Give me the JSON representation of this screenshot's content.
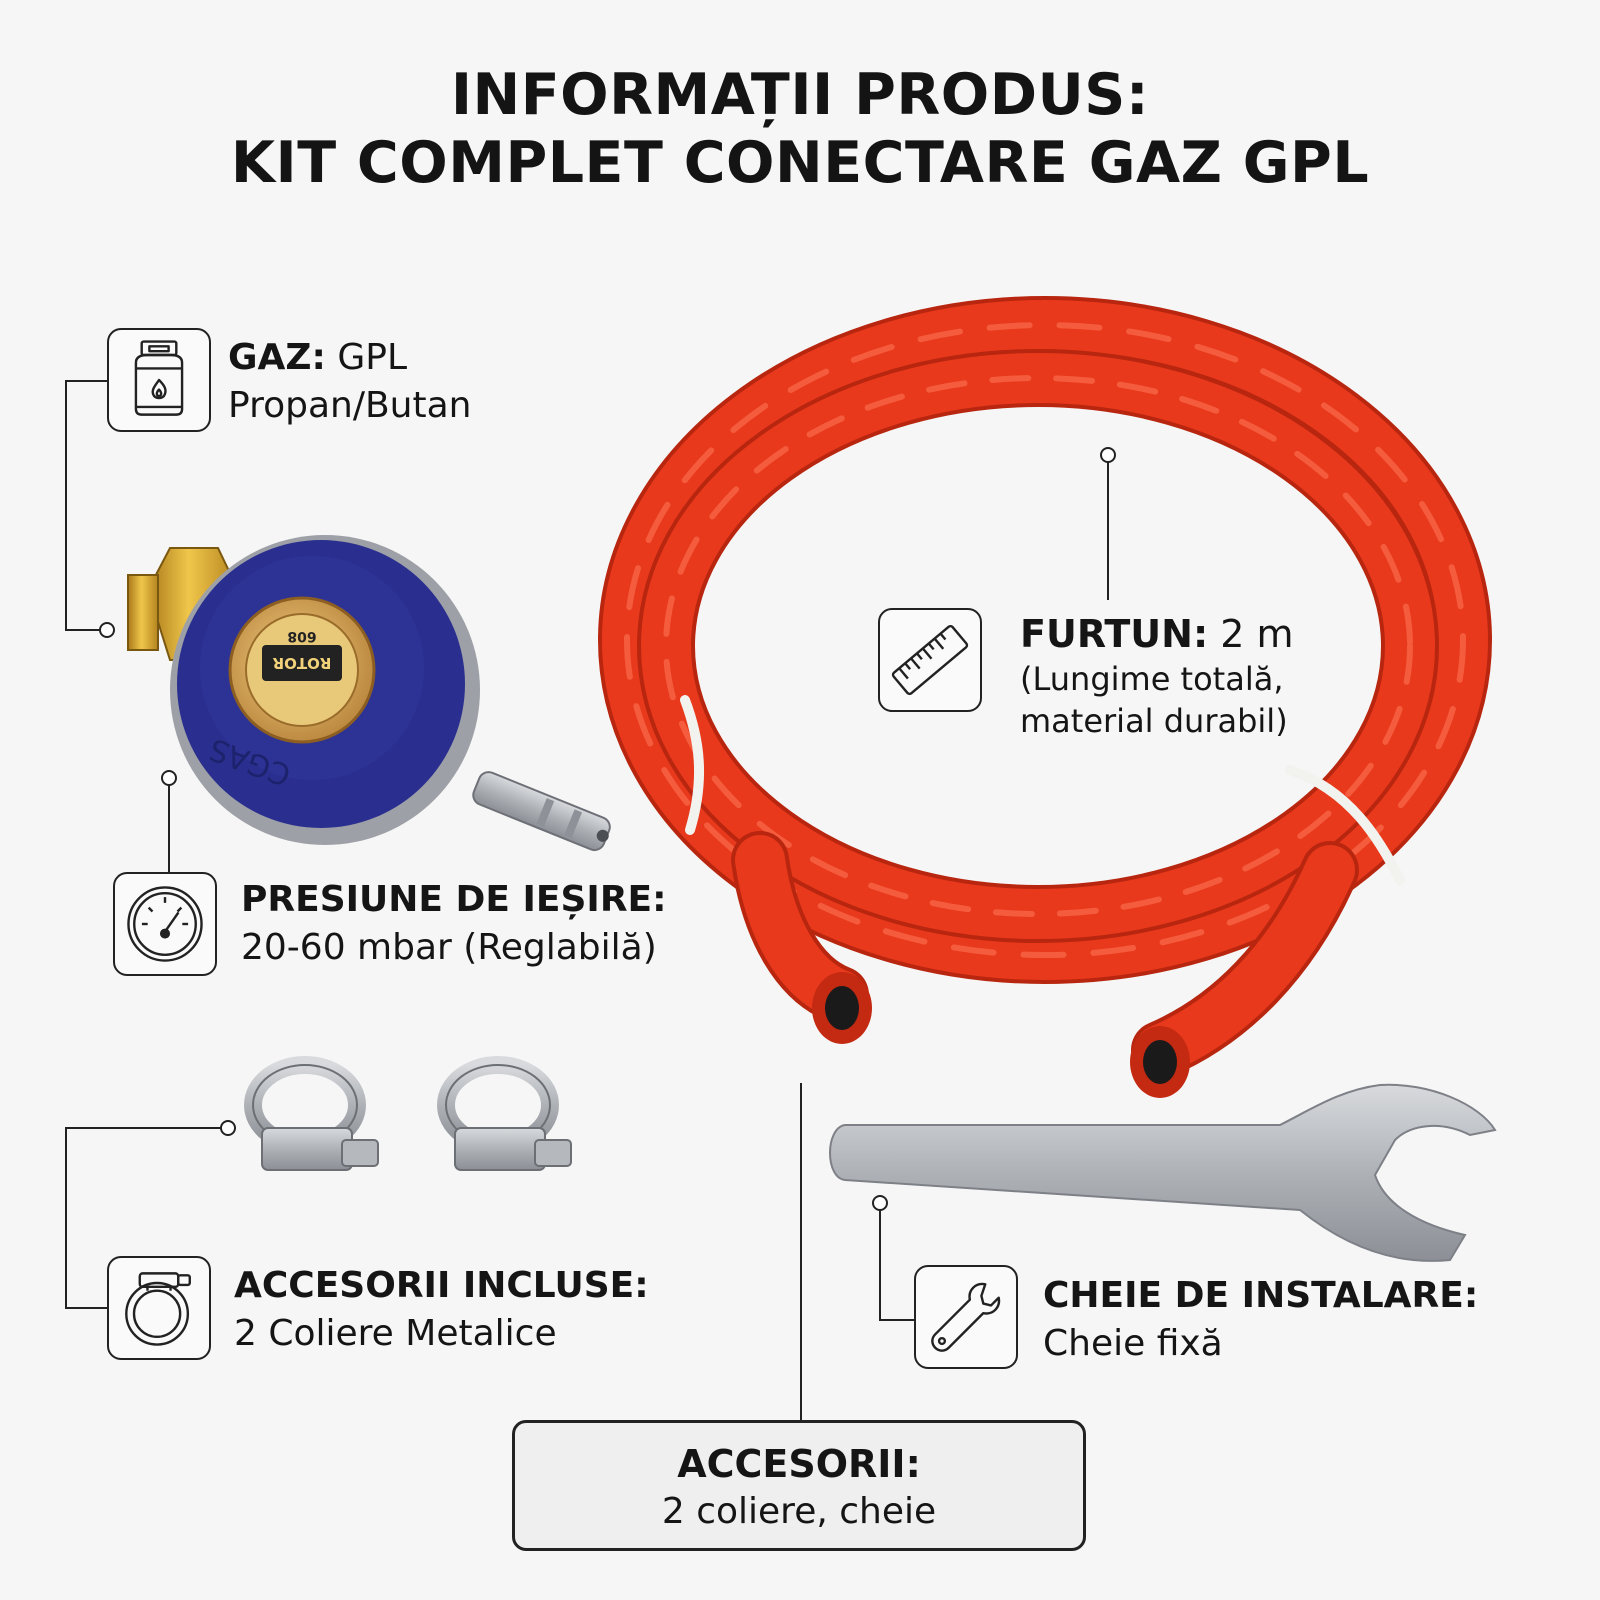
{
  "title": {
    "line1": "INFORMAȚII PRODUS:",
    "line2": "KIT COMPLET CONECTARE GAZ GPL"
  },
  "features": [
    {
      "icon": "gas-cylinder-icon",
      "label": "GAZ:",
      "lines": [
        "GPL",
        "Propan/Butan"
      ]
    },
    {
      "icon": "pressure-gauge-icon",
      "label": "PRESIUNE DE IEȘIRE:",
      "lines": [
        "20-60 mbar (Reglabilă)"
      ]
    },
    {
      "icon": "hose-clamp-icon",
      "label": "ACCESORII INCLUSE:",
      "lines": [
        "2 Coliere Metalice"
      ]
    },
    {
      "icon": "ruler-icon",
      "label": "FURTUN:",
      "lines": [
        "2 m",
        "(Lungime totală,",
        "material durabil)"
      ]
    },
    {
      "icon": "wrench-icon",
      "label": "CHEIE DE INSTALARE:",
      "lines": [
        "Cheie fixă"
      ]
    }
  ],
  "summary": {
    "label": "ACCESORII:",
    "value": "2 coliere, cheie"
  },
  "product_images": [
    "gas-regulator",
    "orange-gas-hose-coil",
    "hose-clamp",
    "hose-clamp",
    "flat-spanner-wrench"
  ],
  "regulator_marks": {
    "brand": "ROTOR",
    "model": "608",
    "body_text": "CGAS"
  },
  "colors": {
    "background": "#f6f6f6",
    "hose": "#e8391c",
    "regulator_body": "#2a2f8f",
    "brass": "#d4a52a",
    "text": "#151515"
  }
}
